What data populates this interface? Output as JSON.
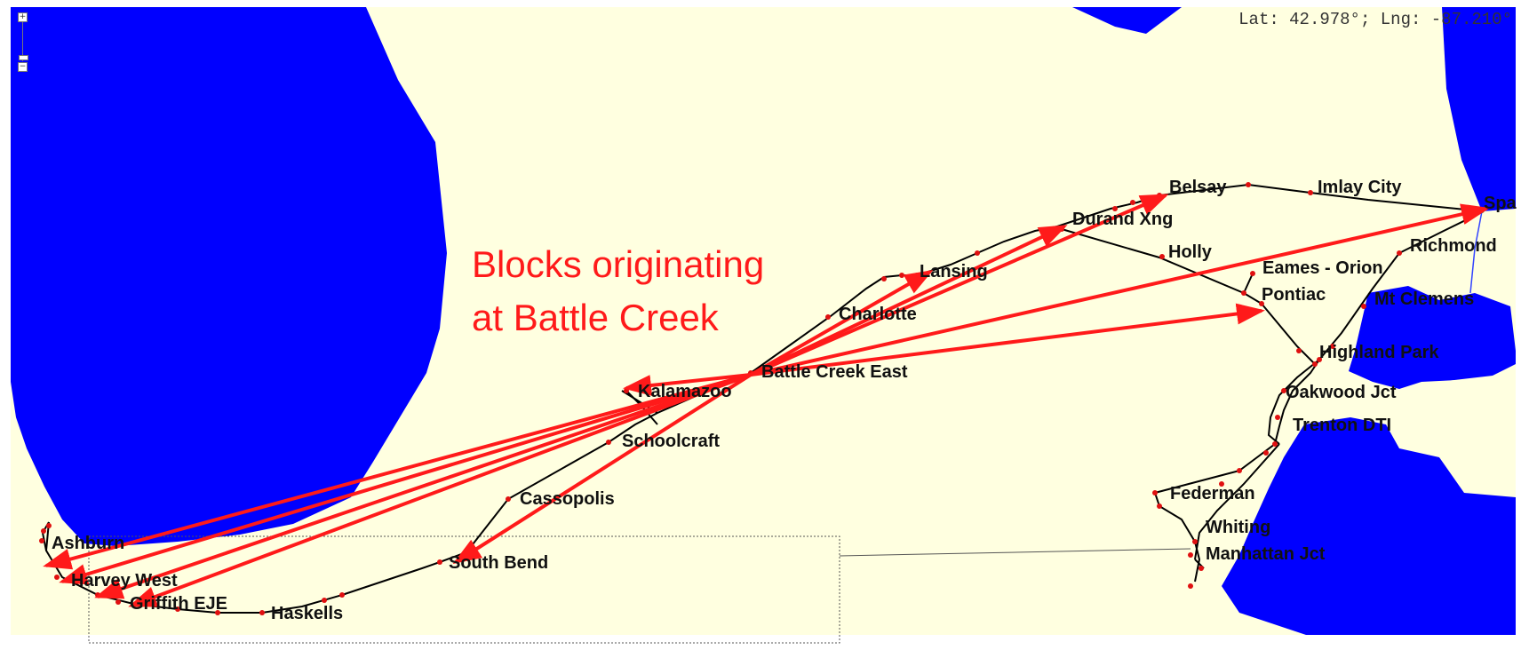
{
  "coordinate_readout": "Lat: 42.978°; Lng: -87.210°",
  "annotation": {
    "line1": "Blocks originating",
    "line2": "at Battle Creek"
  },
  "zoom": {
    "in_symbol": "+",
    "out_symbol": "−"
  },
  "colors": {
    "land": "#ffffe0",
    "water": "#0000ff",
    "track": "#000000",
    "station_dot": "#e01010",
    "arrow": "#ff1a1a",
    "annotation": "#ff1a1a"
  },
  "stations": {
    "ashburn": "Ashburn",
    "harvey_west": "Harvey West",
    "griffith_eje": "Griffith EJE",
    "haskells": "Haskells",
    "south_bend": "South Bend",
    "cassopolis": "Cassopolis",
    "schoolcraft": "Schoolcraft",
    "kalamazoo": "Kalamazoo",
    "battle_creek_east": "Battle Creek East",
    "charlotte": "Charlotte",
    "lansing": "Lansing",
    "durand_xng": "Durand Xng",
    "belsay": "Belsay",
    "imlay_city": "Imlay City",
    "spa": "Spa",
    "holly": "Holly",
    "eames_orion": "Eames - Orion",
    "pontiac": "Pontiac",
    "richmond": "Richmond",
    "mt_clemens": "Mt Clemens",
    "highland_park": "Highland Park",
    "oakwood_jct": "Oakwood Jct",
    "trenton_dti": "Trenton DTI",
    "federman": "Federman",
    "whiting": "Whiting",
    "manhattan_jct": "Manhattan Jct"
  }
}
